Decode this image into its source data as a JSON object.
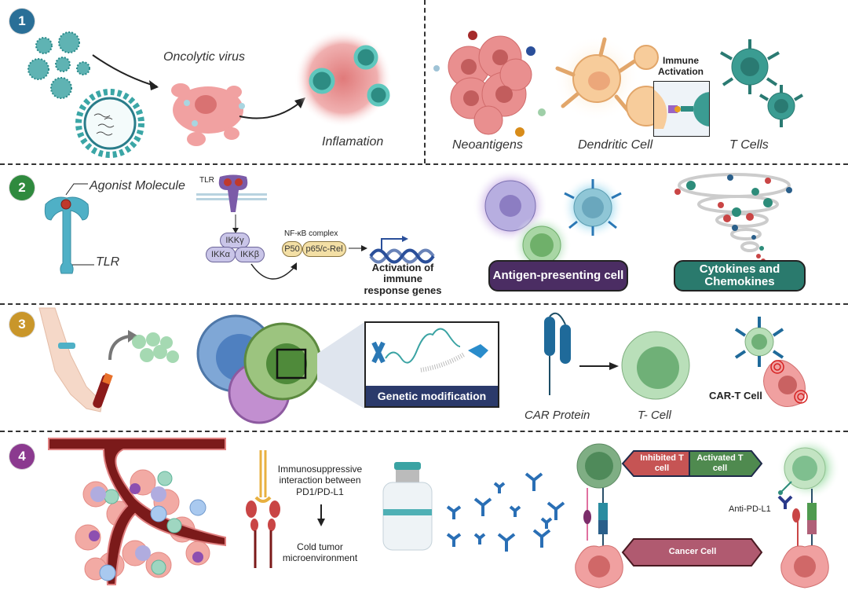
{
  "panels": [
    {
      "number": "1",
      "color": "#2a6f97",
      "labels": {
        "oncolytic_virus": "Oncolytic virus",
        "inflamation": "Inflamation",
        "neoantigens": "Neoantigens",
        "dendritic_cell": "Dendritic Cell",
        "immune_activation": "Immune Activation",
        "t_cells": "T Cells"
      }
    },
    {
      "number": "2",
      "color": "#2f8a3e",
      "labels": {
        "agonist_molecule": "Agonist Molecule",
        "tlr": "TLR",
        "tlr_small": "TLR",
        "ikk_gamma": "IKKγ",
        "ikk_alpha": "IKKα",
        "ikk_beta": "IKKβ",
        "nfkb_complex": "NF-κB complex",
        "p50": "P50",
        "p65": "p65/c-Rel",
        "activation_genes": "Activation of immune response genes",
        "apc_box": "Antigen-presenting cell",
        "cytokines_box": "Cytokines and Chemokines"
      },
      "box_colors": {
        "apc": "#4b2d63",
        "cytokines": "#2a7a6d"
      }
    },
    {
      "number": "3",
      "color": "#c9962a",
      "labels": {
        "genetic_modification": "Genetic modification",
        "car_protein": "CAR Protein",
        "t_cell": "T- Cell",
        "car_t_cell": "CAR-T Cell"
      },
      "box_color": "#2b3a6b"
    },
    {
      "number": "4",
      "color": "#8b3a8f",
      "labels": {
        "immunosuppressive": "Immunosuppressive interaction between PD1/PD-L1",
        "cold_tumor": "Cold tumor microenvironment",
        "inhibited_t_cell": "Inhibited T cell",
        "activated_t_cell": "Activated T cell",
        "cancer_cell": "Cancer Cell",
        "anti_pd_l1": "Anti-PD-L1"
      },
      "arrow_colors": {
        "inhibited": "#c65454",
        "activated": "#4f8a4f",
        "cancer": "#b05a70"
      }
    }
  ]
}
